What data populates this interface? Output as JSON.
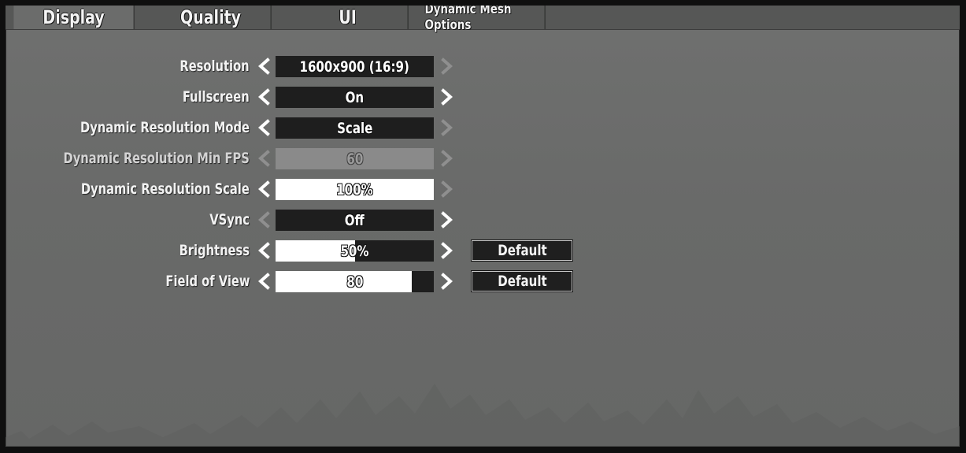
{
  "tabs": [
    {
      "label": "Display",
      "active": true
    },
    {
      "label": "Quality",
      "active": false
    },
    {
      "label": "UI",
      "active": false
    },
    {
      "label": "Dynamic Mesh Options",
      "active": false
    }
  ],
  "settings": [
    {
      "label": "Resolution",
      "value": "1600x900 (16:9)",
      "left_enabled": true,
      "right_enabled": false,
      "disabled": false,
      "fill": 0
    },
    {
      "label": "Fullscreen",
      "value": "On",
      "left_enabled": true,
      "right_enabled": true,
      "disabled": false,
      "fill": 0
    },
    {
      "label": "Dynamic Resolution Mode",
      "value": "Scale",
      "left_enabled": true,
      "right_enabled": false,
      "disabled": false,
      "fill": 0
    },
    {
      "label": "Dynamic Resolution Min FPS",
      "value": "60",
      "left_enabled": false,
      "right_enabled": false,
      "disabled": true,
      "fill": 0
    },
    {
      "label": "Dynamic Resolution Scale",
      "value": "100%",
      "left_enabled": true,
      "right_enabled": false,
      "disabled": false,
      "fill": 1.0
    },
    {
      "label": "VSync",
      "value": "Off",
      "left_enabled": false,
      "right_enabled": true,
      "disabled": false,
      "fill": 0
    },
    {
      "label": "Brightness",
      "value": "50%",
      "left_enabled": true,
      "right_enabled": true,
      "disabled": false,
      "fill": 0.5,
      "default_label": "Default"
    },
    {
      "label": "Field of View",
      "value": "80",
      "left_enabled": true,
      "right_enabled": true,
      "disabled": false,
      "fill": 0.86,
      "default_label": "Default"
    }
  ],
  "colors": {
    "arrow_enabled": "#ffffff",
    "arrow_disabled": "#8f8f8f",
    "value_bg": "#1e1e1e",
    "fill": "#ffffff"
  },
  "icons": {
    "left": "chevron-left-icon",
    "right": "chevron-right-icon"
  }
}
